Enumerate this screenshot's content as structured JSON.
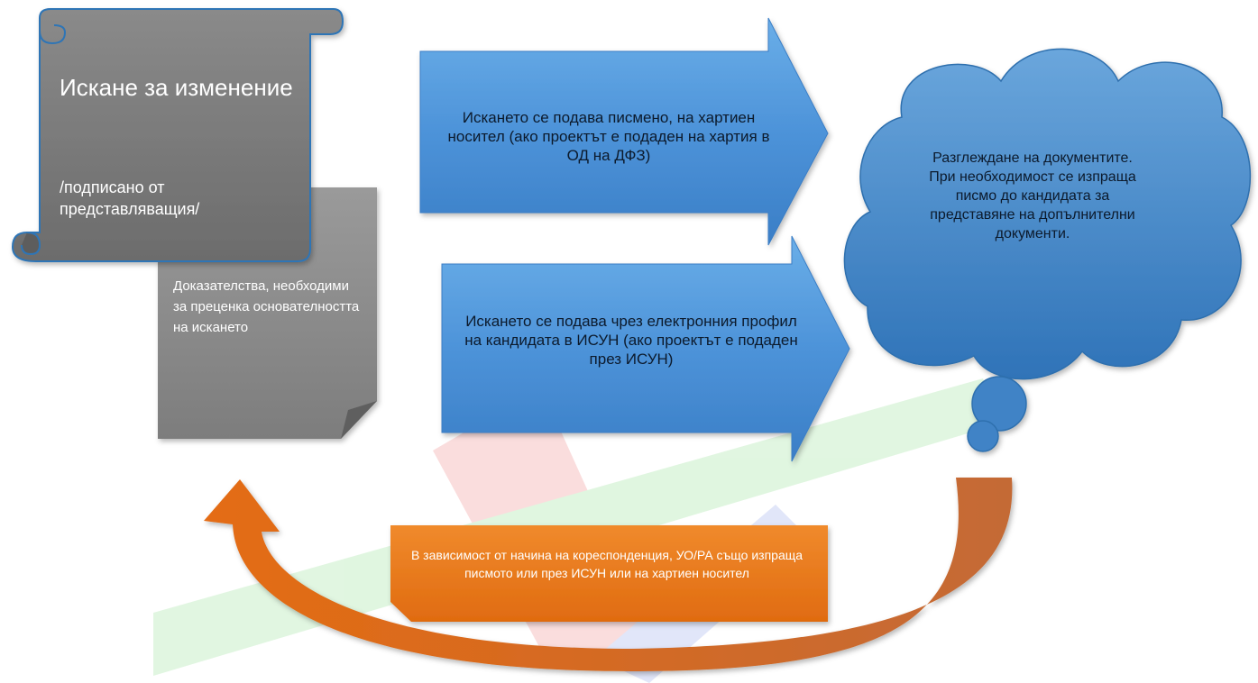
{
  "scroll": {
    "title": "Искане за изменение",
    "note": "/подписано от представляващия/"
  },
  "evidence": {
    "text": "Доказателства, необходими за преценка основателността на искането"
  },
  "arrow_paper": {
    "text": "Искането се подава писмено, на хартиен носител (ако проектът е подаден на хартия в ОД на ДФЗ)"
  },
  "arrow_electronic": {
    "text": "Искането се подава чрез електронния профил на кандидата в ИСУН (ако проектът е подаден през ИСУН)"
  },
  "cloud": {
    "text": "Разглеждане на документите.\nПри необходимост се изпраща писмо до кандидата за представяне на допълнителни документи."
  },
  "return_note": {
    "text": "В зависимост от начина на кореспонденция, УО/РА също изпраща писмото или през ИСУН или на хартиен носител"
  },
  "colors": {
    "scroll_fill": "#7f7f7f",
    "scroll_outline": "#2e75b6",
    "evidence_fill": "#8c8c8c",
    "arrow_fill": "#4d93d9",
    "cloud_fill": "#3f83c6",
    "orange": "#e8701a"
  }
}
